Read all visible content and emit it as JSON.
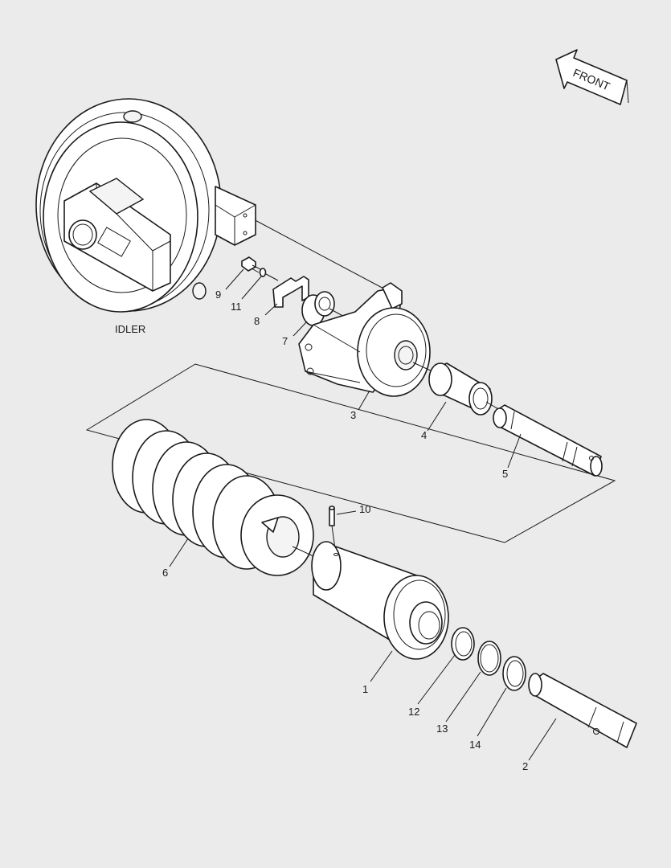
{
  "diagram": {
    "direction_label": "FRONT",
    "assembly_label": "IDLER",
    "callouts": [
      "1",
      "2",
      "3",
      "4",
      "5",
      "6",
      "7",
      "8",
      "9",
      "10",
      "11",
      "12",
      "13",
      "14"
    ]
  }
}
